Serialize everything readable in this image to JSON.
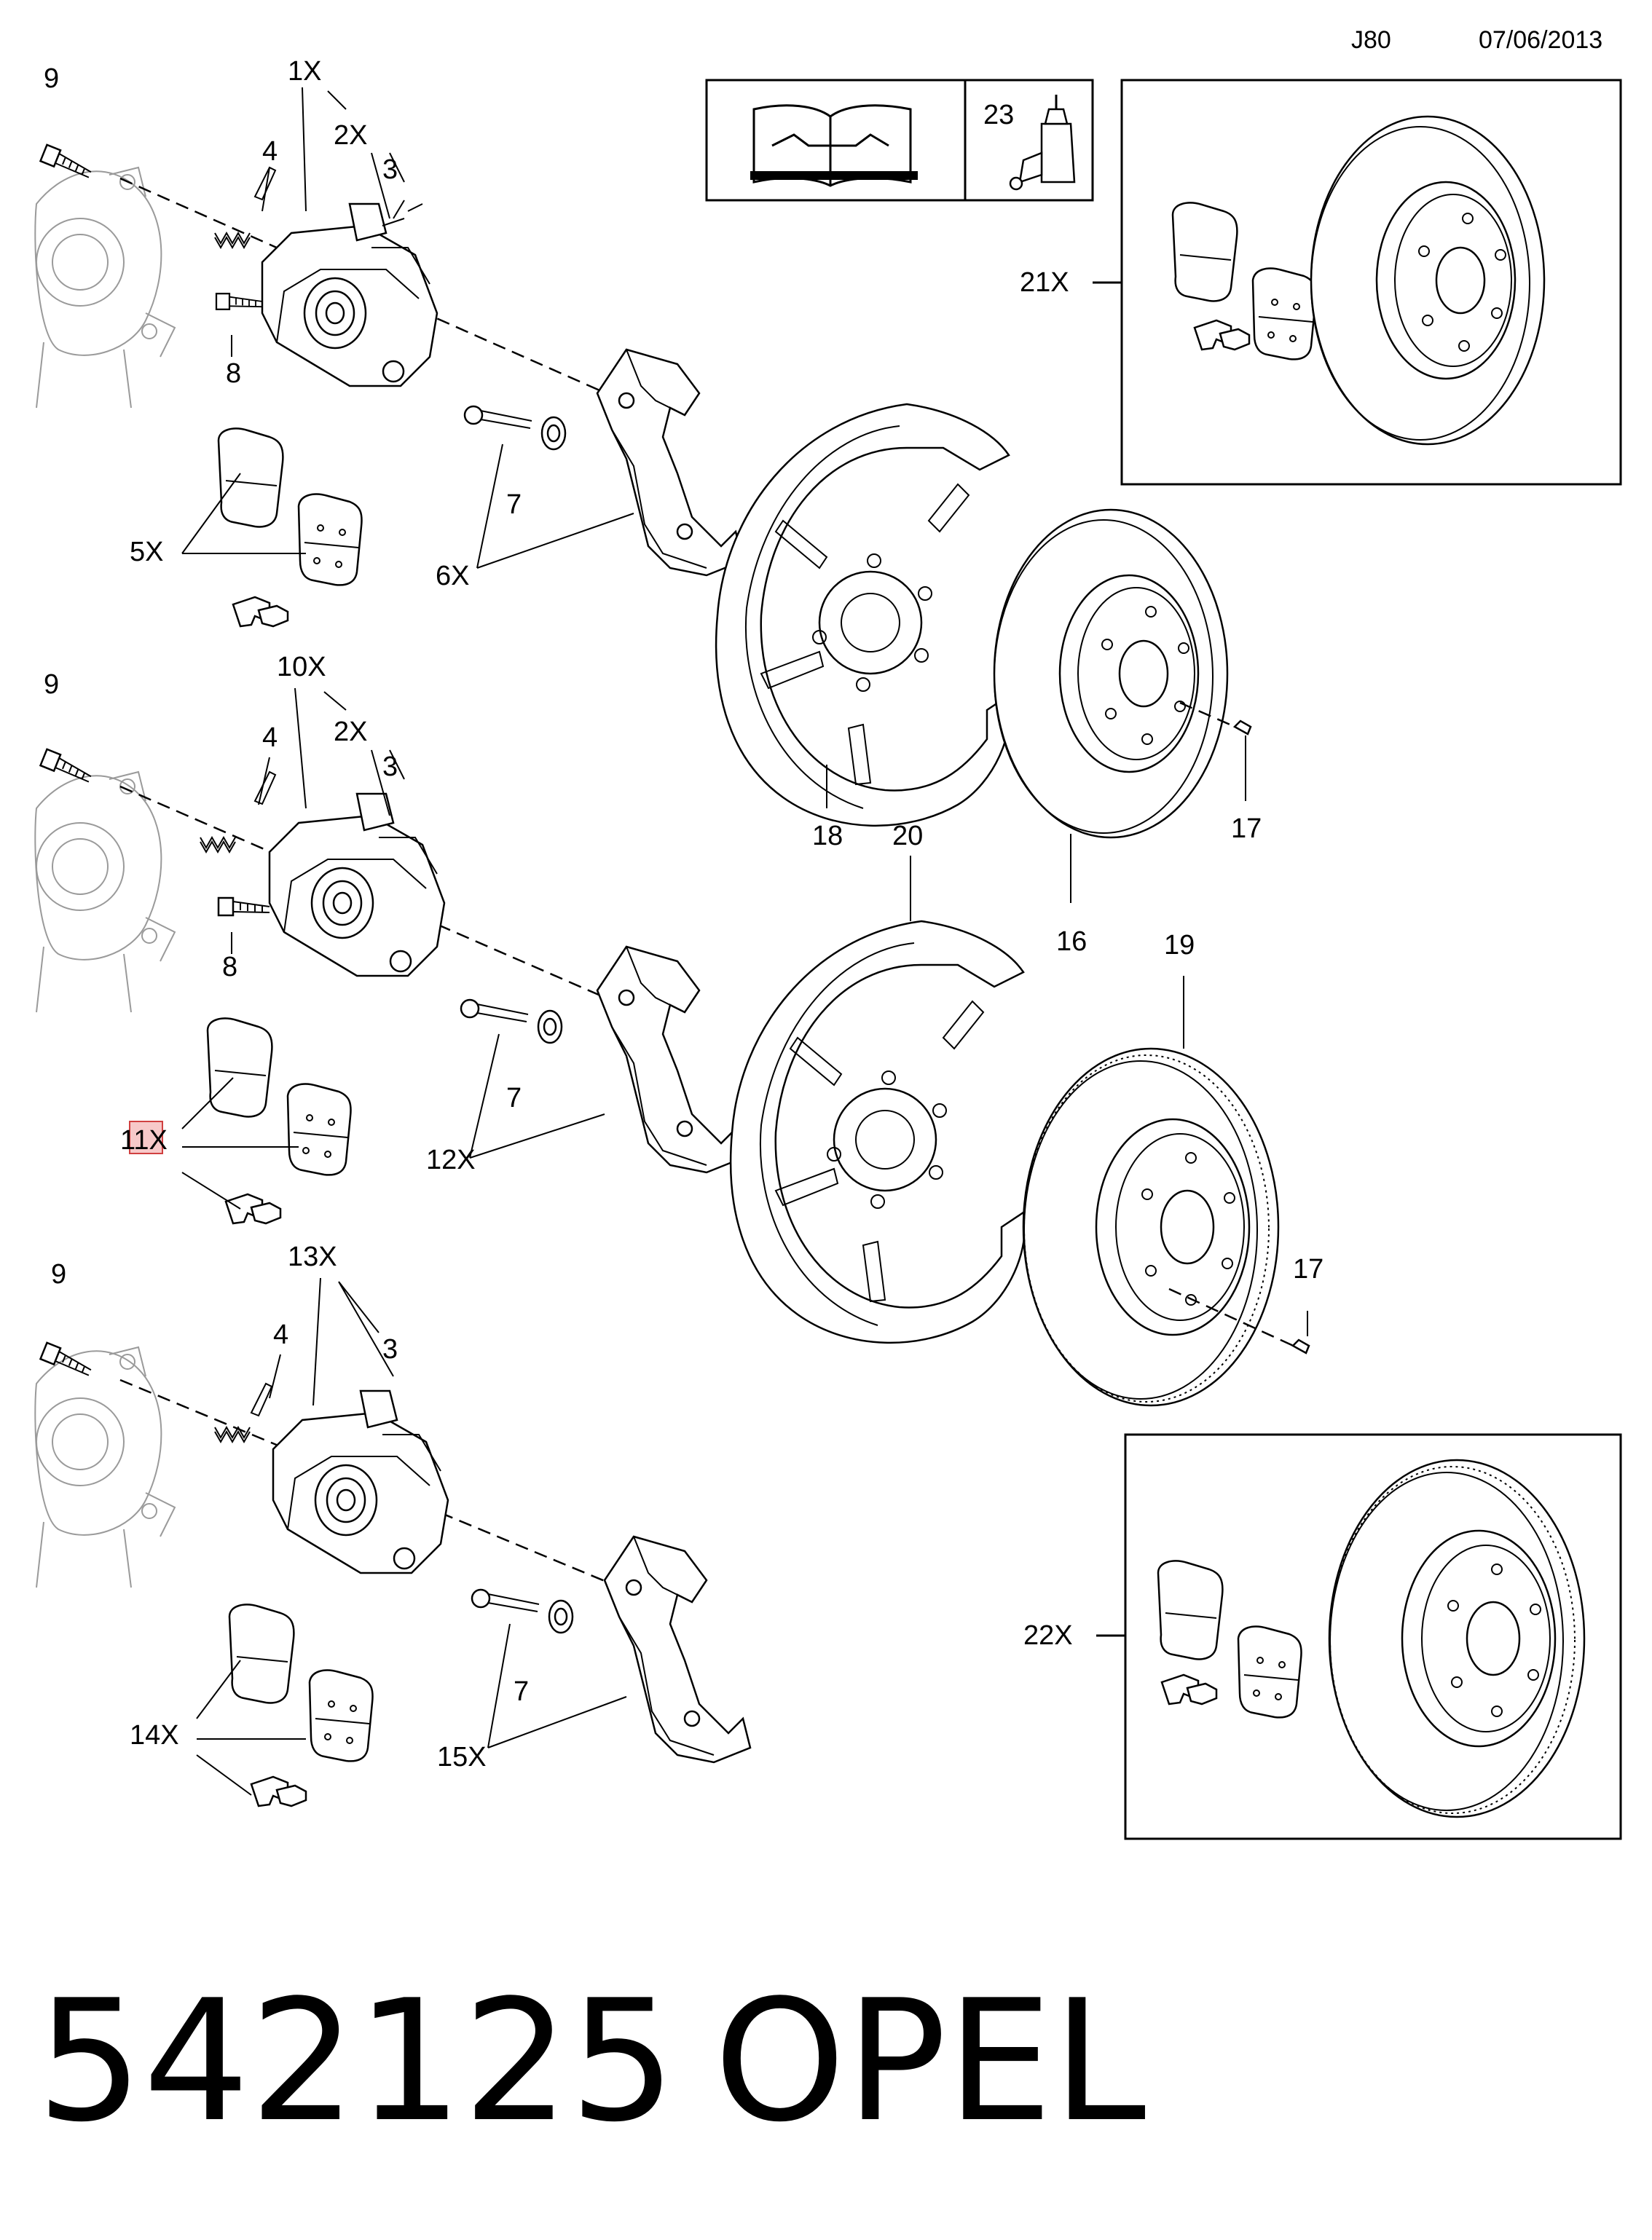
{
  "header": {
    "code": "J80",
    "date": "07/06/2013"
  },
  "footer": {
    "part_number": "542125",
    "brand": "OPEL"
  },
  "labels": {
    "n9": "9",
    "n1x": "1X",
    "n2x": "2X",
    "n3": "3",
    "n4": "4",
    "n8": "8",
    "n7": "7",
    "n6x": "6X",
    "n5x": "5X",
    "n10x": "10X",
    "n12x": "12X",
    "n11x": "11X",
    "n13x": "13X",
    "n14x": "14X",
    "n15x": "15X",
    "n18": "18",
    "n20": "20",
    "n16": "16",
    "n17": "17",
    "n19": "19",
    "n21x": "21X",
    "n22x": "22X",
    "n23": "23"
  },
  "icons": [
    "manual-wrench-icon",
    "grease-bottle-icon"
  ]
}
